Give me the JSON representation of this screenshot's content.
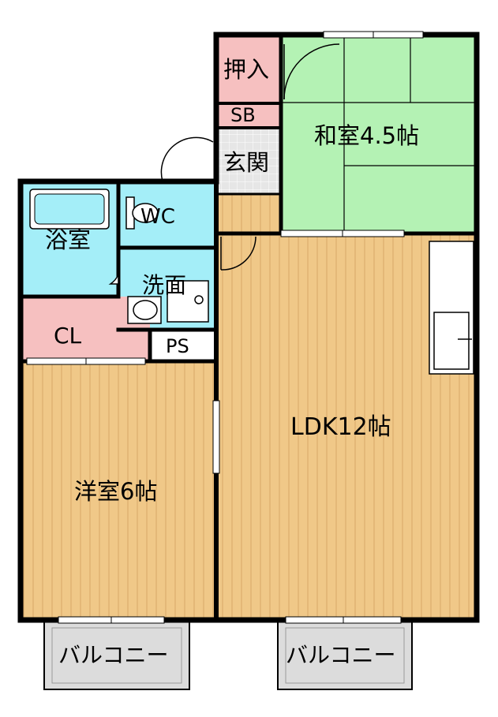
{
  "rooms": {
    "washitsu": "和室4.5帖",
    "ldk": "LDK12帖",
    "yoshitsu": "洋室6帖",
    "oshiire": "押入",
    "sb": "SB",
    "genkan": "玄関",
    "yokushitsu": "浴室",
    "wc": "WC",
    "senmen": "洗面",
    "cl": "CL",
    "ps": "PS",
    "balcony_left": "バルコニー",
    "balcony_right": "バルコニー"
  },
  "colors": {
    "wall": "#000000",
    "wood_floor": "#f0c888",
    "wood_stripe": "#d8a868",
    "tatami": "#b4f2b4",
    "wet_area": "#a4eef8",
    "storage": "#f6c0c0",
    "genkan_tile": "#e0e0e0",
    "balcony": "#dcdcdc"
  }
}
